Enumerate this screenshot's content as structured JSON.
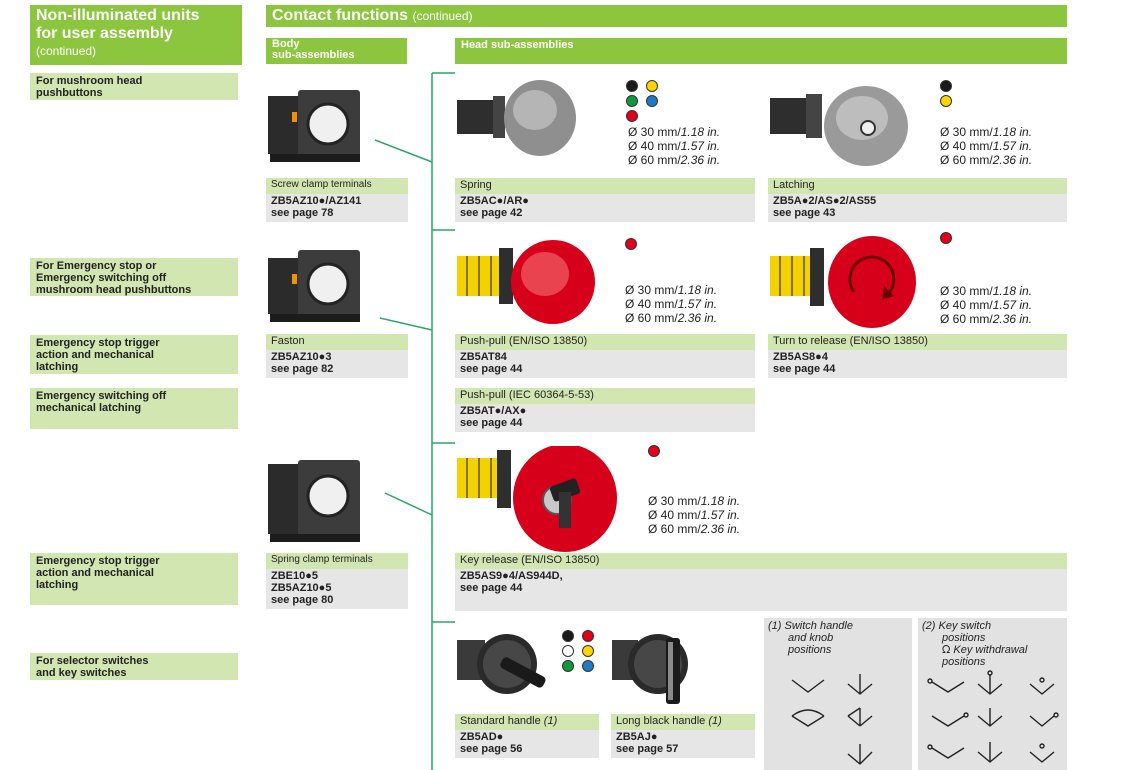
{
  "left_title": {
    "line1": "Non-illuminated units",
    "line2": "for user assembly",
    "sub": "(continued)"
  },
  "header": {
    "title": "Contact functions",
    "sub": "(continued)"
  },
  "body_header": {
    "line1": "Body",
    "line2": "sub-assemblies"
  },
  "head_header": "Head sub-assemblies",
  "side_labels": {
    "mushroom": [
      "For mushroom head",
      "pushbuttons"
    ],
    "emergency": [
      "For Emergency stop or",
      "Emergency switching off",
      "mushroom head pushbuttons"
    ],
    "trigger1": [
      "Emergency stop trigger",
      "action and mechanical",
      "latching"
    ],
    "switching_off": [
      "Emergency switching off",
      "mechanical latching"
    ],
    "trigger2": [
      "Emergency stop trigger",
      "action and mechanical",
      "latching"
    ],
    "selector": [
      "For selector switches",
      "and key switches"
    ]
  },
  "bodies": {
    "screw": {
      "title": "Screw clamp terminals",
      "ref": "ZB5AZ10●/AZ141",
      "page": "see page 78"
    },
    "faston": {
      "title": "Faston",
      "ref": "ZB5AZ10●3",
      "page": "see page 82"
    },
    "spring": {
      "title": "Spring clamp terminals",
      "ref1": "ZBE10●5",
      "ref2": "ZB5AZ10●5",
      "page": "see page 80"
    }
  },
  "dims": {
    "d30": "Ø 30 mm/",
    "d30i": "1.18 in.",
    "d40": "Ø 40 mm/",
    "d40i": "1.57 in.",
    "d60": "Ø 60 mm/",
    "d60i": "2.36 in."
  },
  "heads": {
    "spring": {
      "title": "Spring",
      "ref": "ZB5AC●/AR●",
      "page": "see page 42"
    },
    "latching": {
      "title": "Latching",
      "ref": "ZB5A●2/AS●2/AS55",
      "page": "see page 43"
    },
    "pushpull": {
      "title": "Push-pull (EN/ISO 13850)",
      "ref": "ZB5AT84",
      "page": "see page 44"
    },
    "turn": {
      "title": "Turn to release (EN/ISO 13850)",
      "ref": "ZB5AS8●4",
      "page": "see page 44"
    },
    "pushpull_iec": {
      "title": "Push-pull (IEC 60364-5-53)",
      "ref": "ZB5AT●/AX●",
      "page": "see page 44"
    },
    "key": {
      "title": "Key release (EN/ISO 13850)",
      "ref": "ZB5AS9●4/AS944D,",
      "page": "see page 44"
    },
    "standard": {
      "title": "Standard handle",
      "note": "(1)",
      "ref": "ZB5AD●",
      "page": "see page 56"
    },
    "longblack": {
      "title": "Long black handle",
      "note": "(1)",
      "ref": "ZB5AJ●",
      "page": "see page 57"
    }
  },
  "notes": {
    "n1": [
      "(1) Switch handle",
      "and knob",
      "positions"
    ],
    "n2": [
      "(2) Key switch",
      "positions",
      "Key withdrawal",
      "positions"
    ]
  },
  "colors": {
    "green": "#8cc63f",
    "light_green": "#d1e6b1",
    "grey": "#e6e6e6",
    "red": "#e2001a",
    "yellow": "#ffd400",
    "blue": "#1f7ac4",
    "black": "#1a1a1a",
    "white": "#ffffff"
  },
  "icons": [
    "mushroom-grey-icon",
    "mushroom-latching-icon",
    "mushroom-red-icon",
    "turn-release-icon",
    "key-release-icon",
    "selector-standard-icon",
    "selector-long-icon",
    "body-block-icon"
  ]
}
